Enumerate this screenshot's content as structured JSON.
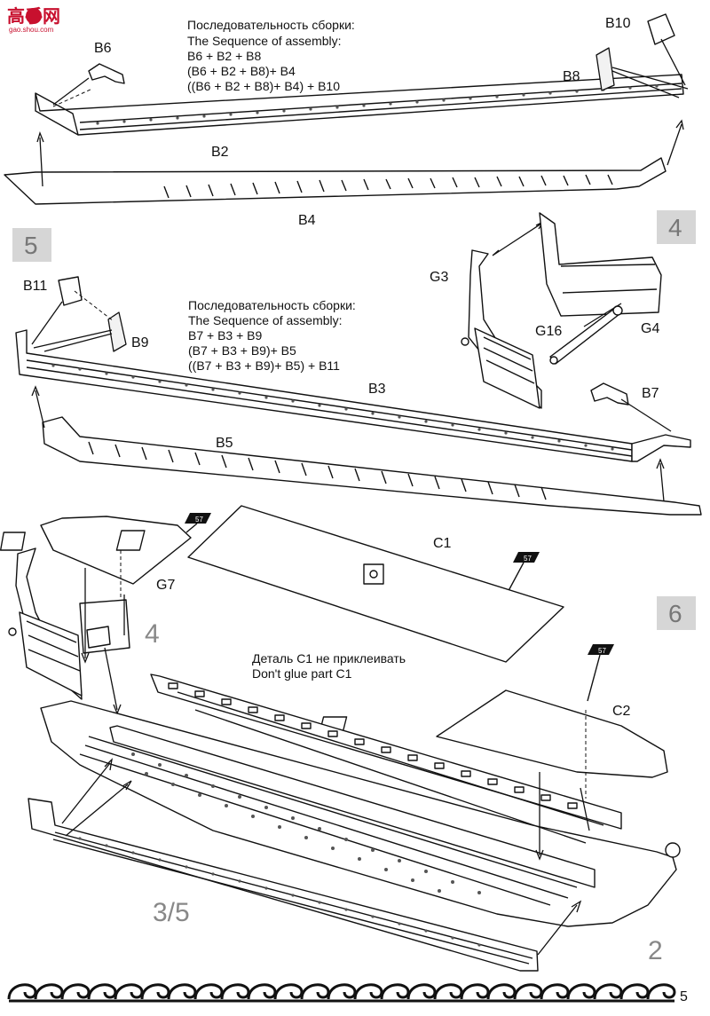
{
  "watermark": {
    "brand": "高手网",
    "url": "gao.shou.com"
  },
  "steps": {
    "top_sequence": {
      "title_ru": "Последовательность сборки:",
      "title_en": "The Sequence of assembly:",
      "lines": [
        "B6 + B2 + B8",
        "(B6 + B2  + B8)+ B4",
        "((B6 + B2  + B8)+ B4) + B10"
      ]
    },
    "step5": {
      "number": "5",
      "title_ru": "Последовательность сборки:",
      "title_en": "The Sequence of assembly:",
      "lines": [
        "B7 + B3 + B9",
        "(B7 + B3  + B9)+ B5",
        "((B7 + B3  + B9)+ B5) + B11"
      ]
    },
    "step4": {
      "number": "4"
    },
    "step6": {
      "number": "6",
      "note_ru": "Деталь C1 не приклеивать",
      "note_en": "Don't glue part C1"
    }
  },
  "part_labels": {
    "b6": "B6",
    "b10": "B10",
    "b8": "B8",
    "b2": "B2",
    "b4": "B4",
    "b11": "B11",
    "b9": "B9",
    "b3": "B3",
    "b5": "B5",
    "b7": "B7",
    "g3": "G3",
    "g16": "G16",
    "g4": "G4",
    "g7": "G7",
    "c1": "C1",
    "c2": "C2"
  },
  "glue_badges": [
    "57",
    "57",
    "57"
  ],
  "ref_numbers": {
    "ref_4": "4",
    "ref_35": "3/5",
    "ref_2": "2"
  },
  "page_number": "5",
  "colors": {
    "step_box": "#d6d6d6",
    "step_digit": "#777777",
    "ink": "#111111",
    "logo": "#c8102e"
  }
}
